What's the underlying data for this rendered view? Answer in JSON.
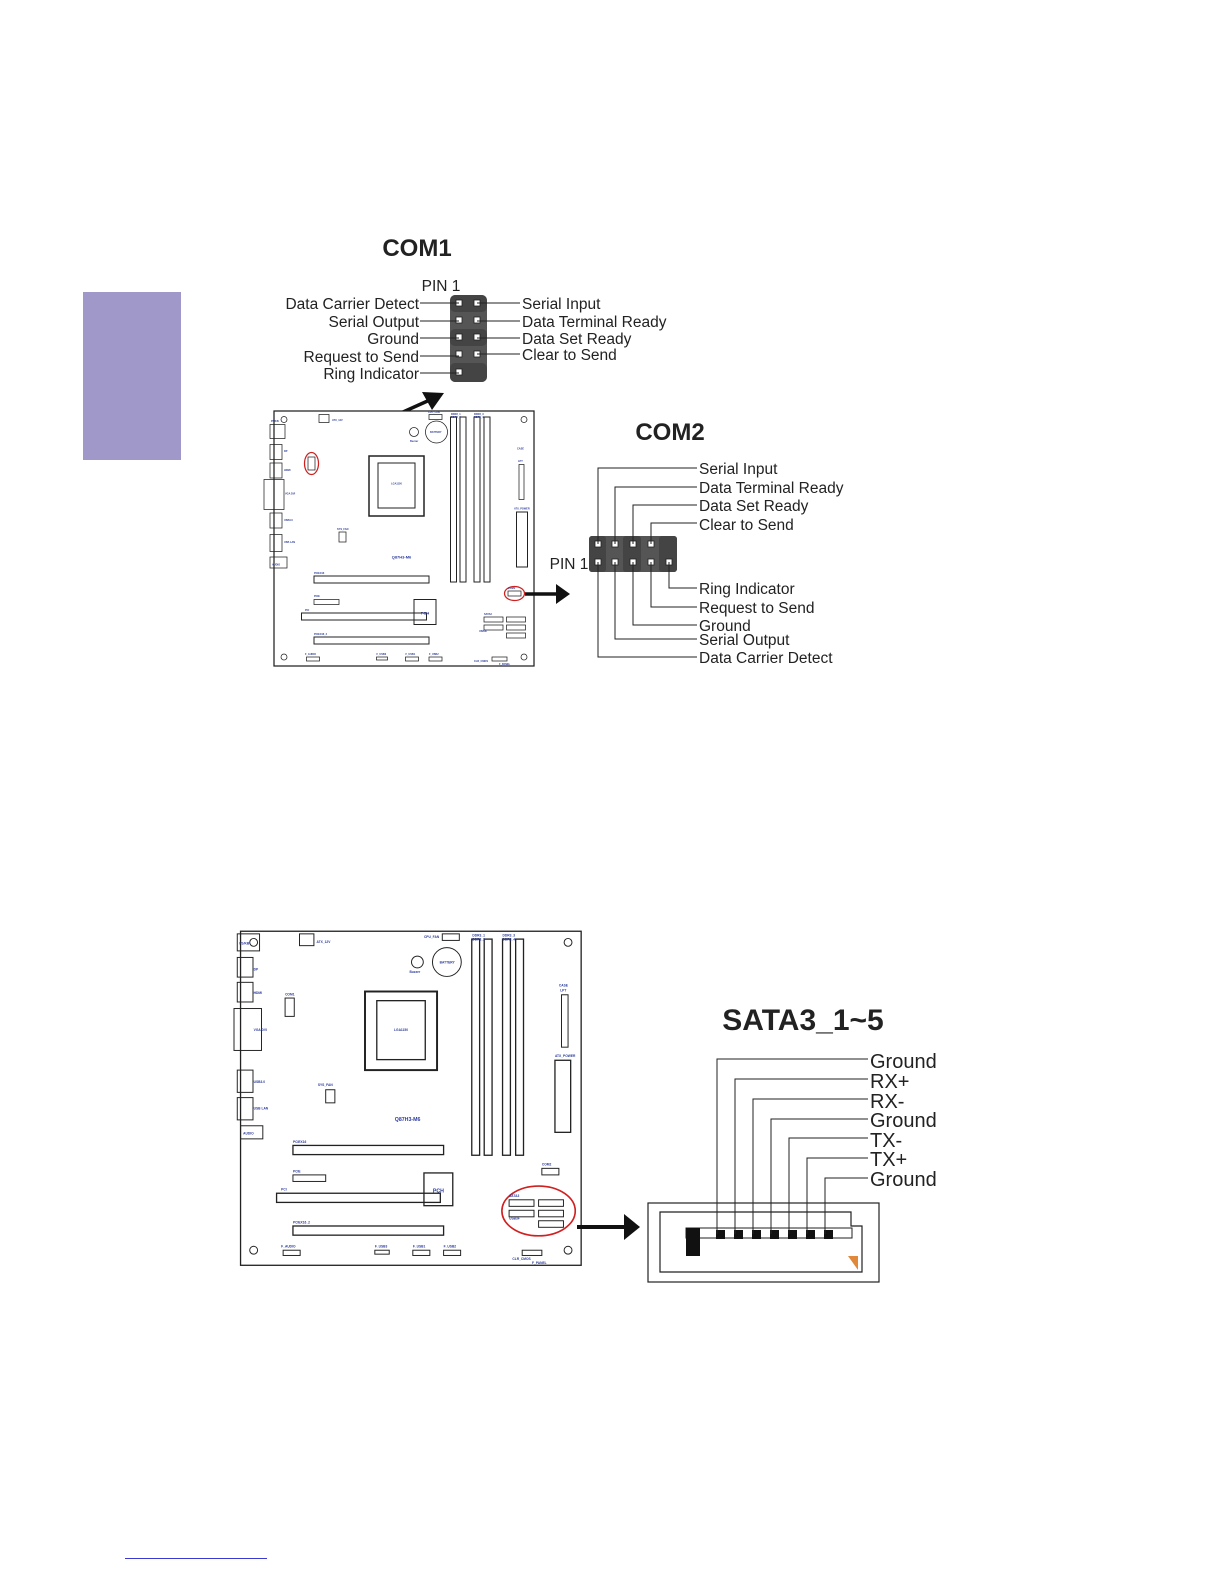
{
  "com1": {
    "title": "COM1",
    "pin1": "PIN 1",
    "left_labels": [
      "Data Carrier Detect",
      "Serial Output",
      "Ground",
      "Request to Send",
      "Ring Indicator"
    ],
    "right_labels": [
      "Serial Input",
      "Data Terminal Ready",
      "Data Set Ready",
      "Clear to Send"
    ]
  },
  "com2": {
    "title": "COM2",
    "pin1": "PIN 1",
    "top_labels": [
      "Serial Input",
      "Data Terminal Ready",
      "Data Set Ready",
      "Clear to Send"
    ],
    "bottom_labels": [
      "Ring Indicator",
      "Request to Send",
      "Ground",
      "Serial Output",
      "Data Carrier Detect"
    ]
  },
  "sata": {
    "title": "SATA3_1~5",
    "labels": [
      "Ground",
      "RX+",
      "RX-",
      "Ground",
      "TX-",
      "TX+",
      "Ground"
    ]
  },
  "board1": {
    "model": "Q87H3-M6",
    "chip": "PCH",
    "socket": "LGA1150",
    "labels": [
      "PS/KB",
      "DP",
      "HDMI",
      "VGA DVI",
      "USB3.0",
      "USB LAN",
      "AUDIO",
      "ATX_12V",
      "CPU_FAN",
      "DDR3_1",
      "DDR3_2",
      "DDR3_3",
      "DDR3_4",
      "BATTERY",
      "Buzzer",
      "CASE",
      "LPT",
      "ATX_POWER",
      "SYS_FAN",
      "PCIEX16",
      "PCIE",
      "PCI",
      "PCIEX16_2",
      "COM2",
      "SATA3",
      "F_AUDIO",
      "F_USB3",
      "F_USB1",
      "F_USB2",
      "CLR_CMOS",
      "F_PANEL",
      "USB3F"
    ]
  },
  "board2": {
    "model": "Q87H3-M6",
    "chip": "PCH",
    "socket": "LGA1150",
    "labels": [
      "PS/KB",
      "DP",
      "HDMI",
      "VGA DVI",
      "USB3.0",
      "USB LAN",
      "AUDIO",
      "ATX_12V",
      "CPU_FAN",
      "DDR3_1",
      "DDR3_2",
      "DDR3_3",
      "DDR3_4",
      "BATTERY",
      "Buzzer",
      "CASE",
      "LPT",
      "ATX_POWER",
      "COM1",
      "SYS_FAN",
      "PCIEX16",
      "PCIE",
      "PCI",
      "PCIEX16_2",
      "COM2",
      "SATA3",
      "F_AUDIO",
      "F_USB3",
      "F_USB1",
      "F_USB2",
      "CLR_CMOS",
      "F_PANEL",
      "USB3F"
    ]
  }
}
